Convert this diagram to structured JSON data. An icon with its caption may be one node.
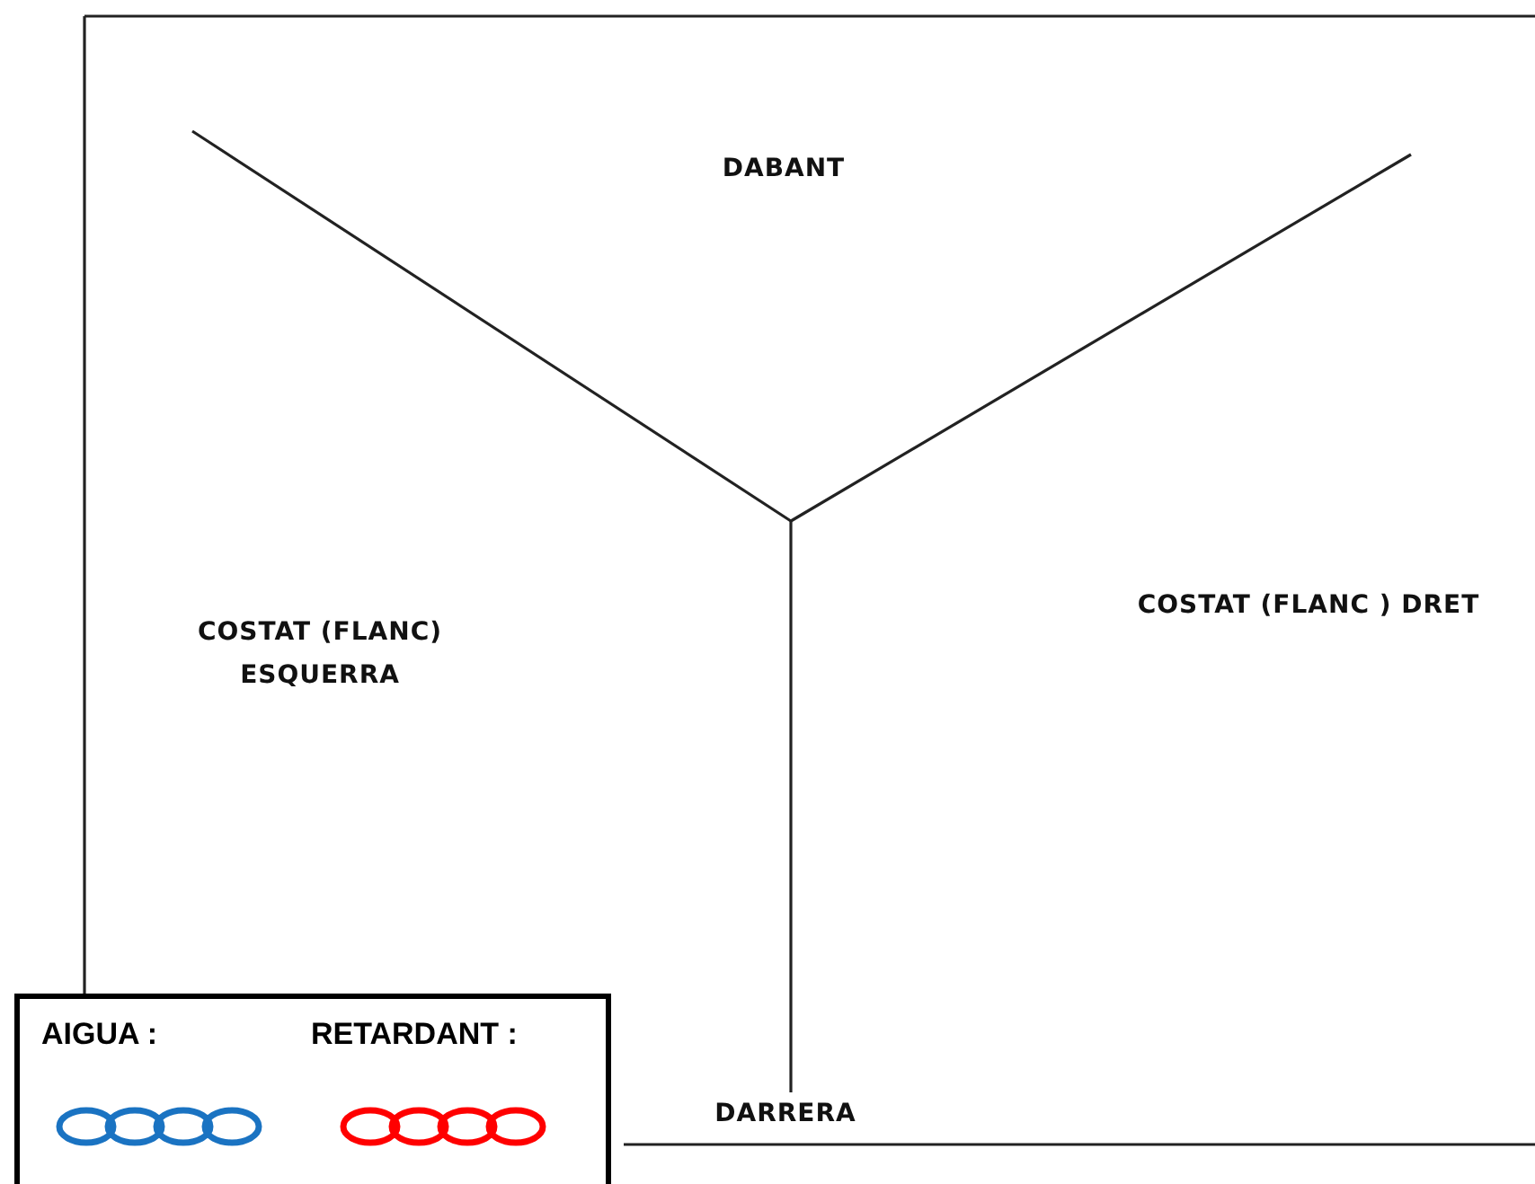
{
  "diagram": {
    "labels": [
      "DABANT",
      "COSTAT (FLANC) ESQUERRA",
      "COSTAT (FLANC ) DRET",
      "DARRERA"
    ],
    "legend": [
      {
        "text": "AIGUA :"
      },
      {
        "text": "RETARDANT :"
      }
    ]
  }
}
